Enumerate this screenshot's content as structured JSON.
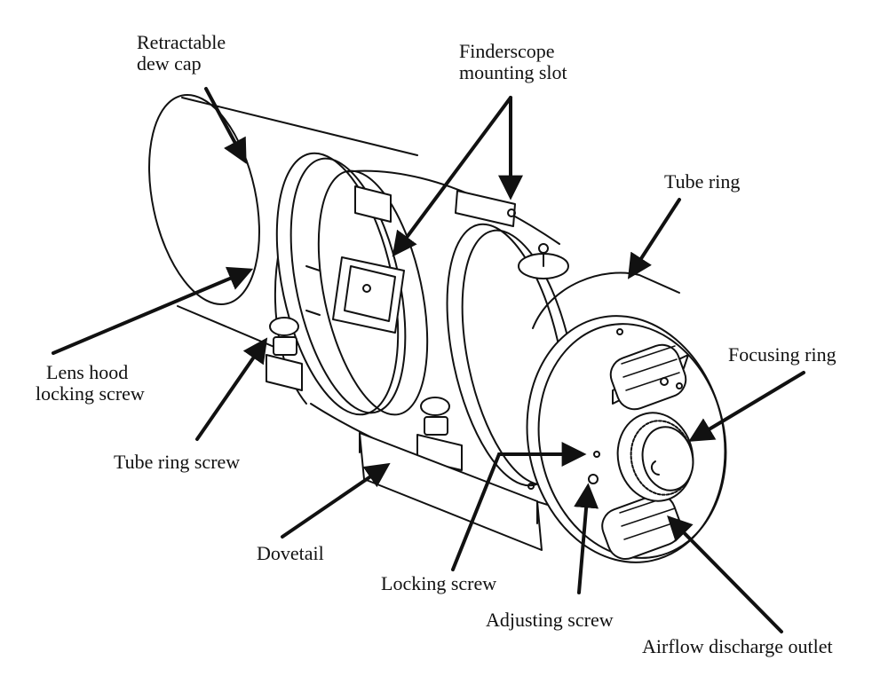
{
  "labels": {
    "dew_cap": [
      "Retractable",
      "dew cap"
    ],
    "finderscope": [
      "Finderscope",
      "mounting slot"
    ],
    "tube_ring": "Tube ring",
    "focusing_ring": "Focusing ring",
    "lens_hood": [
      "Lens hood",
      "locking screw"
    ],
    "tube_ring_screw": "Tube ring screw",
    "dovetail": "Dovetail",
    "locking_screw": "Locking screw",
    "adjusting_screw": "Adjusting screw",
    "airflow": "Airflow discharge outlet"
  },
  "colors": {
    "ink": "#111111",
    "paper": "#ffffff",
    "panel": "#e9e9e9"
  }
}
